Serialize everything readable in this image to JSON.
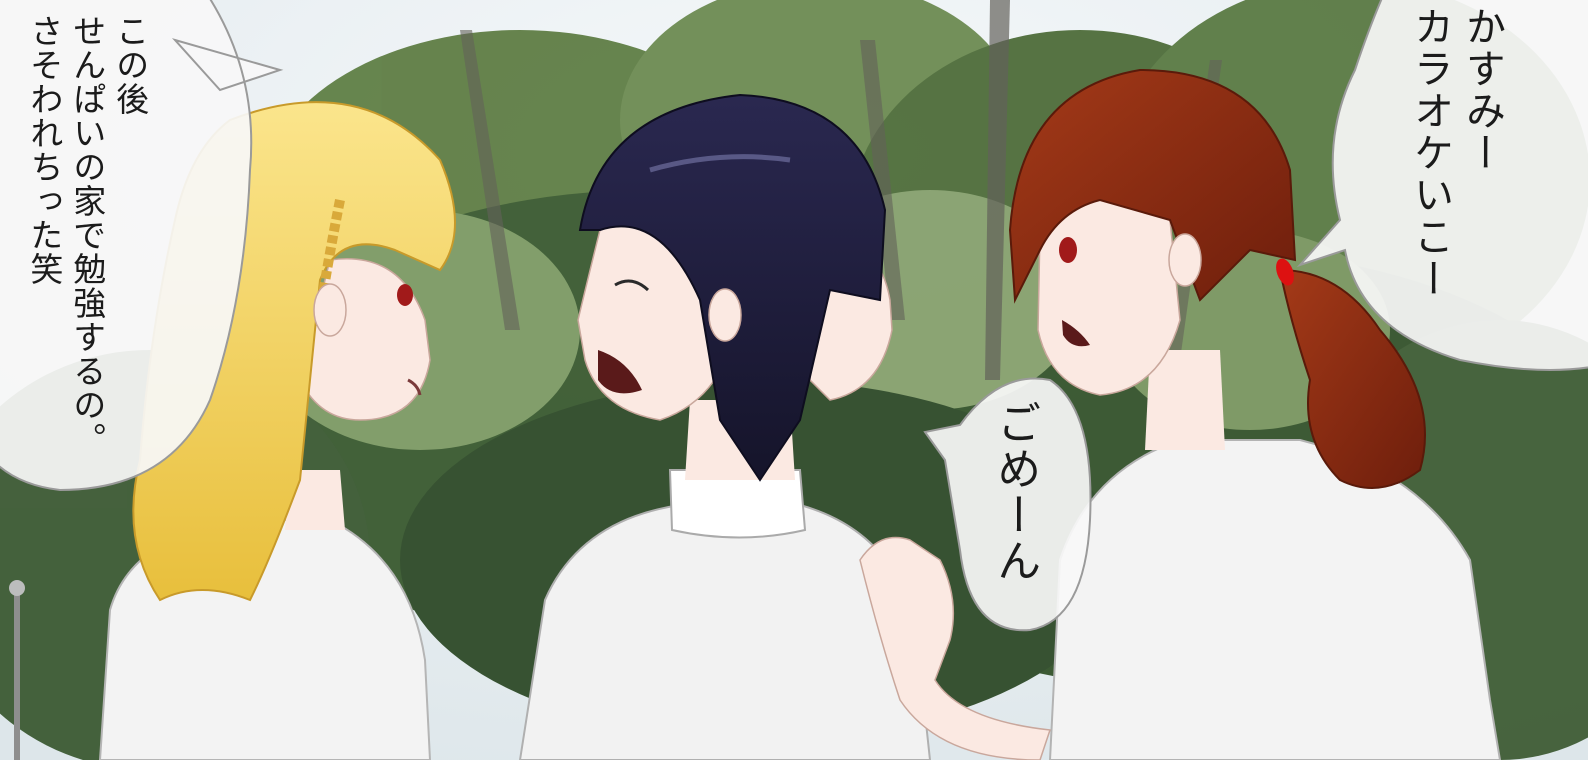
{
  "scene": {
    "description_icons": [
      "tree-canopy",
      "girl-blonde",
      "girl-black-hair",
      "girl-brown-ponytail"
    ],
    "colors": {
      "sky": "#e9eef2",
      "foliage_dark": "#2f4a2a",
      "foliage_mid": "#4f6e3c",
      "foliage_light": "#8fa67a",
      "blonde_hair": "#f2d25a",
      "black_hair": "#1e1d3a",
      "brown_hair": "#8a2a12",
      "skin": "#fbe9e2",
      "shirt": "#f2f2f2",
      "bubble_fill": "#f7f7f7",
      "bubble_stroke": "#9a9a9a",
      "eye_red": "#a11a1a"
    }
  },
  "bubbles": {
    "left": {
      "text": "この後\nせんぱいの家で勉強するの。\nさそわれちった笑"
    },
    "right": {
      "text": "かすみー\nカラオケいこー"
    },
    "middle": {
      "text": "ごめーん"
    }
  }
}
